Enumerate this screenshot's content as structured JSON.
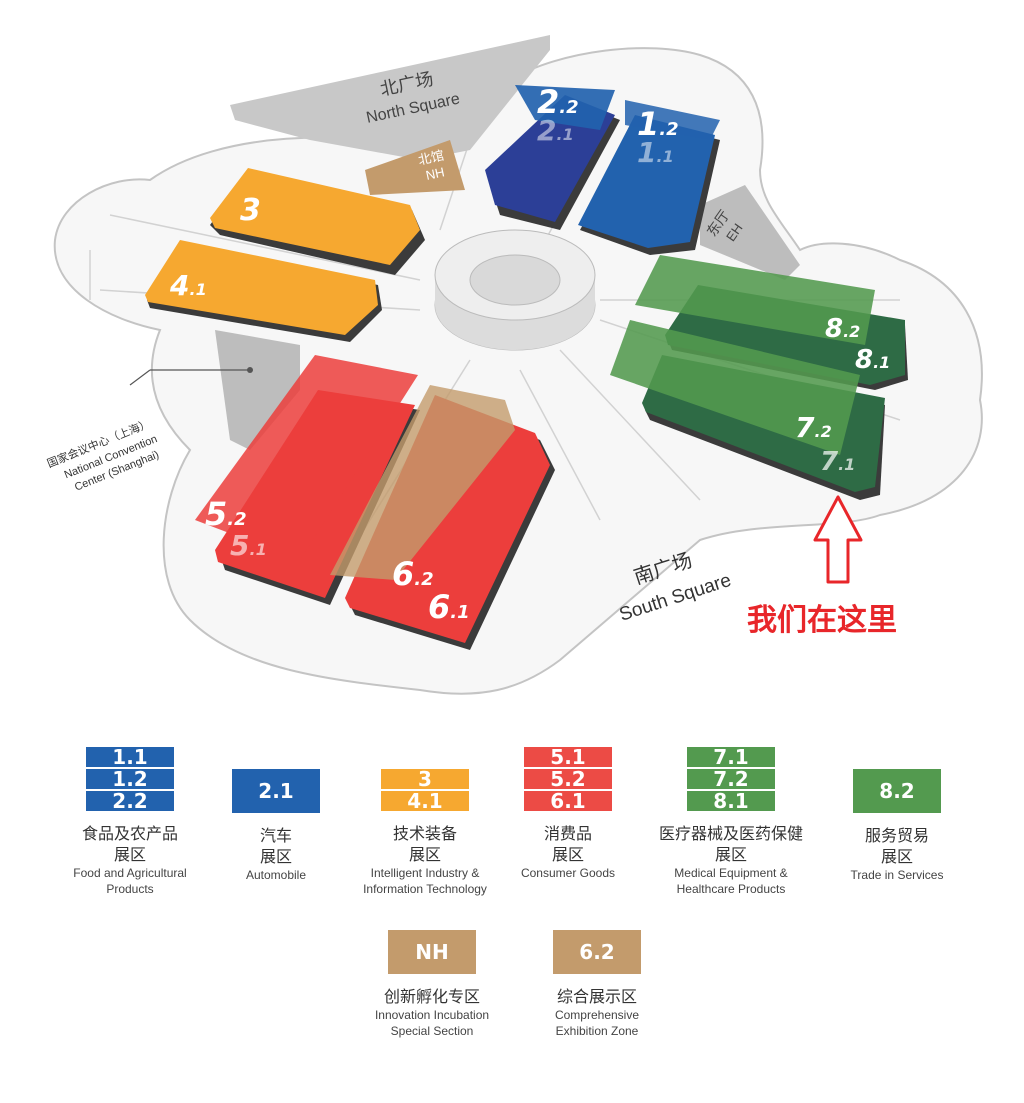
{
  "map": {
    "north_square_cn": "北广场",
    "north_square_en": "North Square",
    "south_square_cn": "南广场",
    "south_square_en": "South Square",
    "nh_cn": "北馆",
    "nh_en": "NH",
    "eh_cn": "东厅",
    "eh_en": "EH",
    "ncc_cn": "国家会议中心（上海）",
    "ncc_en1": "National Convention",
    "ncc_en2": "Center (Shanghai)",
    "here_label": "我们在这里",
    "halls": {
      "h1_2": {
        "main": "1",
        "sub": ".2"
      },
      "h1_1": {
        "main": "1",
        "sub": ".1"
      },
      "h2_2": {
        "main": "2",
        "sub": ".2"
      },
      "h2_1": {
        "main": "2",
        "sub": ".1"
      },
      "h3": {
        "main": "3",
        "sub": ""
      },
      "h4_1": {
        "main": "4",
        "sub": ".1"
      },
      "h5_2": {
        "main": "5",
        "sub": ".2"
      },
      "h5_1": {
        "main": "5",
        "sub": ".1"
      },
      "h6_2": {
        "main": "6",
        "sub": ".2"
      },
      "h6_1": {
        "main": "6",
        "sub": ".1"
      },
      "h7_2": {
        "main": "7",
        "sub": ".2"
      },
      "h7_1": {
        "main": "7",
        "sub": ".1"
      },
      "h8_2": {
        "main": "8",
        "sub": ".2"
      },
      "h8_1": {
        "main": "8",
        "sub": ".1"
      }
    }
  },
  "colors": {
    "blue": "#2262ae",
    "blue_dark": "#2c3f97",
    "orange": "#f6a830",
    "red": "#ec3e3c",
    "red_dark": "#c83a36",
    "green": "#539a4f",
    "green_dark": "#2e6b45",
    "tan": "#c39b6c",
    "gray": "#c8c8c8",
    "here_red": "#e8262a"
  },
  "legend": [
    {
      "codes": [
        "1.1",
        "1.2",
        "2.2"
      ],
      "color": "#2262ae",
      "cn1": "食品及农产品",
      "cn2": "展区",
      "en1": "Food and Agricultural",
      "en2": "Products"
    },
    {
      "codes": [
        "2.1"
      ],
      "color": "#2262ae",
      "cn1": "汽车",
      "cn2": "展区",
      "en1": "Automobile",
      "en2": ""
    },
    {
      "codes": [
        "3",
        "4.1"
      ],
      "color": "#f6a830",
      "cn1": "技术装备",
      "cn2": "展区",
      "en1": "Intelligent Industry &",
      "en2": "Information Technology"
    },
    {
      "codes": [
        "5.1",
        "5.2",
        "6.1"
      ],
      "color": "#ec4b45",
      "cn1": "消费品",
      "cn2": "展区",
      "en1": "Consumer Goods",
      "en2": ""
    },
    {
      "codes": [
        "7.1",
        "7.2",
        "8.1"
      ],
      "color": "#539a4f",
      "cn1": "医疗器械及医药保健",
      "cn2": "展区",
      "en1": "Medical Equipment &",
      "en2": "Healthcare Products"
    },
    {
      "codes": [
        "8.2"
      ],
      "color": "#539a4f",
      "cn1": "服务贸易",
      "cn2": "展区",
      "en1": "Trade in Services",
      "en2": ""
    },
    {
      "codes": [
        "NH"
      ],
      "color": "#c39b6c",
      "cn1": "创新孵化专区",
      "cn2": "",
      "en1": "Innovation Incubation",
      "en2": "Special Section"
    },
    {
      "codes": [
        "6.2"
      ],
      "color": "#c39b6c",
      "cn1": "综合展示区",
      "cn2": "",
      "en1": "Comprehensive",
      "en2": "Exhibition Zone"
    }
  ]
}
